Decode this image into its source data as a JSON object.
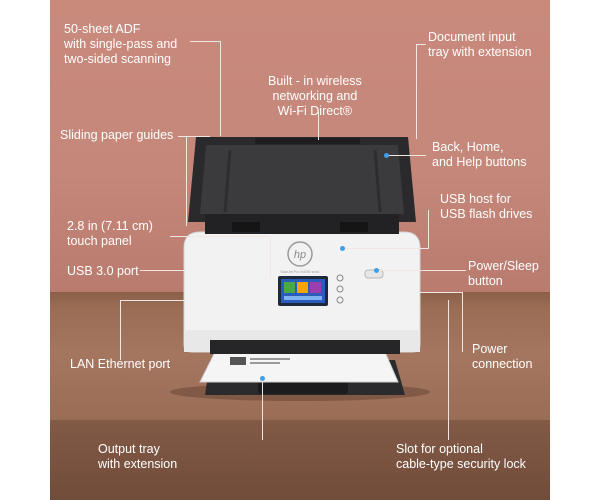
{
  "labels": {
    "adf": [
      "50-sheet ADF",
      "with single-pass and",
      "two-sided scanning"
    ],
    "input_tray": [
      "Document input",
      "tray with extension"
    ],
    "wireless": [
      "Built - in wireless",
      "networking and",
      "Wi-Fi  Direct®"
    ],
    "paper_guides": [
      "Sliding paper guides"
    ],
    "help_buttons": [
      "Back, Home,",
      "and Help buttons"
    ],
    "usb_host": [
      "USB host for",
      "USB flash drives"
    ],
    "touch_panel": [
      "2.8 in (7.11 cm)",
      "touch panel"
    ],
    "usb3": [
      "USB 3.0 port"
    ],
    "power_sleep": [
      "Power/Sleep",
      "button"
    ],
    "power_conn": [
      "Power",
      "connection"
    ],
    "lan": [
      "LAN Ethernet port"
    ],
    "output_tray": [
      "Output tray",
      "with extension"
    ],
    "security_slot": [
      "Slot for optional",
      "cable-type security lock"
    ]
  },
  "scanner": {
    "brand": "hp",
    "model": "ScanJet Pro N4000 snw1"
  },
  "colors": {
    "wall": "#c98a7c",
    "desk": "#9b6d55",
    "accent": "#3ea0ea",
    "label_text": "#ffffff"
  }
}
